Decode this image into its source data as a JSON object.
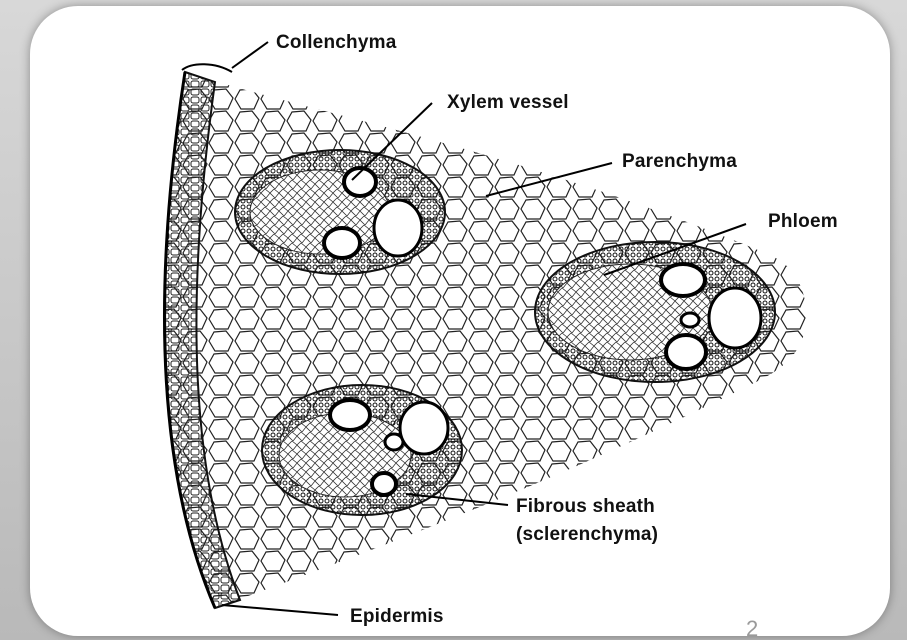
{
  "labels": {
    "collenchyma": "Collenchyma",
    "xylem_vessel": "Xylem vessel",
    "parenchyma": "Parenchyma",
    "phloem": "Phloem",
    "fibrous_sheath_line1": "Fibrous sheath",
    "fibrous_sheath_line2": "(sclerenchyma)",
    "epidermis": "Epidermis"
  },
  "page_number": "2"
}
